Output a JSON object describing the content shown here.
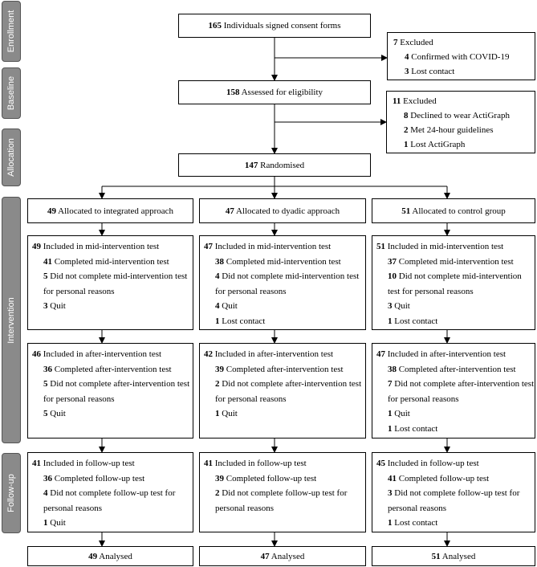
{
  "stages": [
    "Enrollment",
    "Baseline",
    "Allocation",
    "Intervention",
    "Follow-up"
  ],
  "consent": {
    "n": "165",
    "text": "Individuals signed consent forms"
  },
  "excluded1": {
    "title": {
      "n": "7",
      "text": "Excluded"
    },
    "items": [
      {
        "n": "4",
        "text": "Confirmed with COVID-19"
      },
      {
        "n": "3",
        "text": "Lost contact"
      }
    ]
  },
  "assessed": {
    "n": "158",
    "text": "Assessed for eligibility"
  },
  "excluded2": {
    "title": {
      "n": "11",
      "text": "Excluded"
    },
    "items": [
      {
        "n": "8",
        "text": "Declined to wear ActiGraph"
      },
      {
        "n": "2",
        "text": "Met 24-hour guidelines"
      },
      {
        "n": "1",
        "text": "Lost ActiGraph"
      }
    ]
  },
  "randomised": {
    "n": "147",
    "text": "Randomised"
  },
  "groups": [
    {
      "alloc": {
        "n": "49",
        "text": "Allocated to integrated approach"
      },
      "mid": {
        "head": {
          "n": "49",
          "text": "Included in mid-intervention test"
        },
        "items": [
          {
            "n": "41",
            "text": "Completed mid-intervention test"
          },
          {
            "n": "5",
            "text": "Did not complete mid-intervention test for personal reasons"
          },
          {
            "n": "3",
            "text": "Quit"
          }
        ]
      },
      "after": {
        "head": {
          "n": "46",
          "text": "Included in after-intervention test"
        },
        "items": [
          {
            "n": "36",
            "text": "Completed after-intervention test"
          },
          {
            "n": "5",
            "text": "Did not complete after-intervention test for personal reasons"
          },
          {
            "n": "5",
            "text": "Quit"
          }
        ]
      },
      "follow": {
        "head": {
          "n": "41",
          "text": "Included in follow-up test"
        },
        "items": [
          {
            "n": "36",
            "text": "Completed follow-up test"
          },
          {
            "n": "4",
            "text": "Did not complete follow-up test for personal reasons"
          },
          {
            "n": "1",
            "text": "Quit"
          }
        ]
      },
      "analysed": {
        "n": "49",
        "text": "Analysed"
      }
    },
    {
      "alloc": {
        "n": "47",
        "text": "Allocated to dyadic approach"
      },
      "mid": {
        "head": {
          "n": "47",
          "text": "Included in mid-intervention test"
        },
        "items": [
          {
            "n": "38",
            "text": "Completed mid-intervention test"
          },
          {
            "n": "4",
            "text": "Did not complete mid-intervention test for personal reasons"
          },
          {
            "n": "4",
            "text": "Quit"
          },
          {
            "n": "1",
            "text": "Lost contact"
          }
        ]
      },
      "after": {
        "head": {
          "n": "42",
          "text": "Included in after-intervention test"
        },
        "items": [
          {
            "n": "39",
            "text": "Completed after-intervention test"
          },
          {
            "n": "2",
            "text": "Did not complete after-intervention test for personal reasons"
          },
          {
            "n": "1",
            "text": "Quit"
          }
        ]
      },
      "follow": {
        "head": {
          "n": "41",
          "text": "Included in follow-up test"
        },
        "items": [
          {
            "n": "39",
            "text": "Completed follow-up test"
          },
          {
            "n": "2",
            "text": "Did not complete follow-up test for personal reasons"
          }
        ]
      },
      "analysed": {
        "n": "47",
        "text": "Analysed"
      }
    },
    {
      "alloc": {
        "n": "51",
        "text": "Allocated to control group"
      },
      "mid": {
        "head": {
          "n": "51",
          "text": "Included in mid-intervention test"
        },
        "items": [
          {
            "n": "37",
            "text": "Completed mid-intervention test"
          },
          {
            "n": "10",
            "text": "Did not complete mid-intervention test for personal reasons"
          },
          {
            "n": "3",
            "text": "Quit"
          },
          {
            "n": "1",
            "text": "Lost contact"
          }
        ]
      },
      "after": {
        "head": {
          "n": "47",
          "text": "Included in after-intervention test"
        },
        "items": [
          {
            "n": "38",
            "text": "Completed after-intervention test"
          },
          {
            "n": "7",
            "text": "Did not complete after-intervention test for personal reasons"
          },
          {
            "n": "1",
            "text": "Quit"
          },
          {
            "n": "1",
            "text": "Lost contact"
          }
        ]
      },
      "follow": {
        "head": {
          "n": "45",
          "text": "Included in follow-up test"
        },
        "items": [
          {
            "n": "41",
            "text": "Completed follow-up test"
          },
          {
            "n": "3",
            "text": "Did not complete follow-up test for personal reasons"
          },
          {
            "n": "1",
            "text": "Lost contact"
          }
        ]
      },
      "analysed": {
        "n": "51",
        "text": "Analysed"
      }
    }
  ]
}
